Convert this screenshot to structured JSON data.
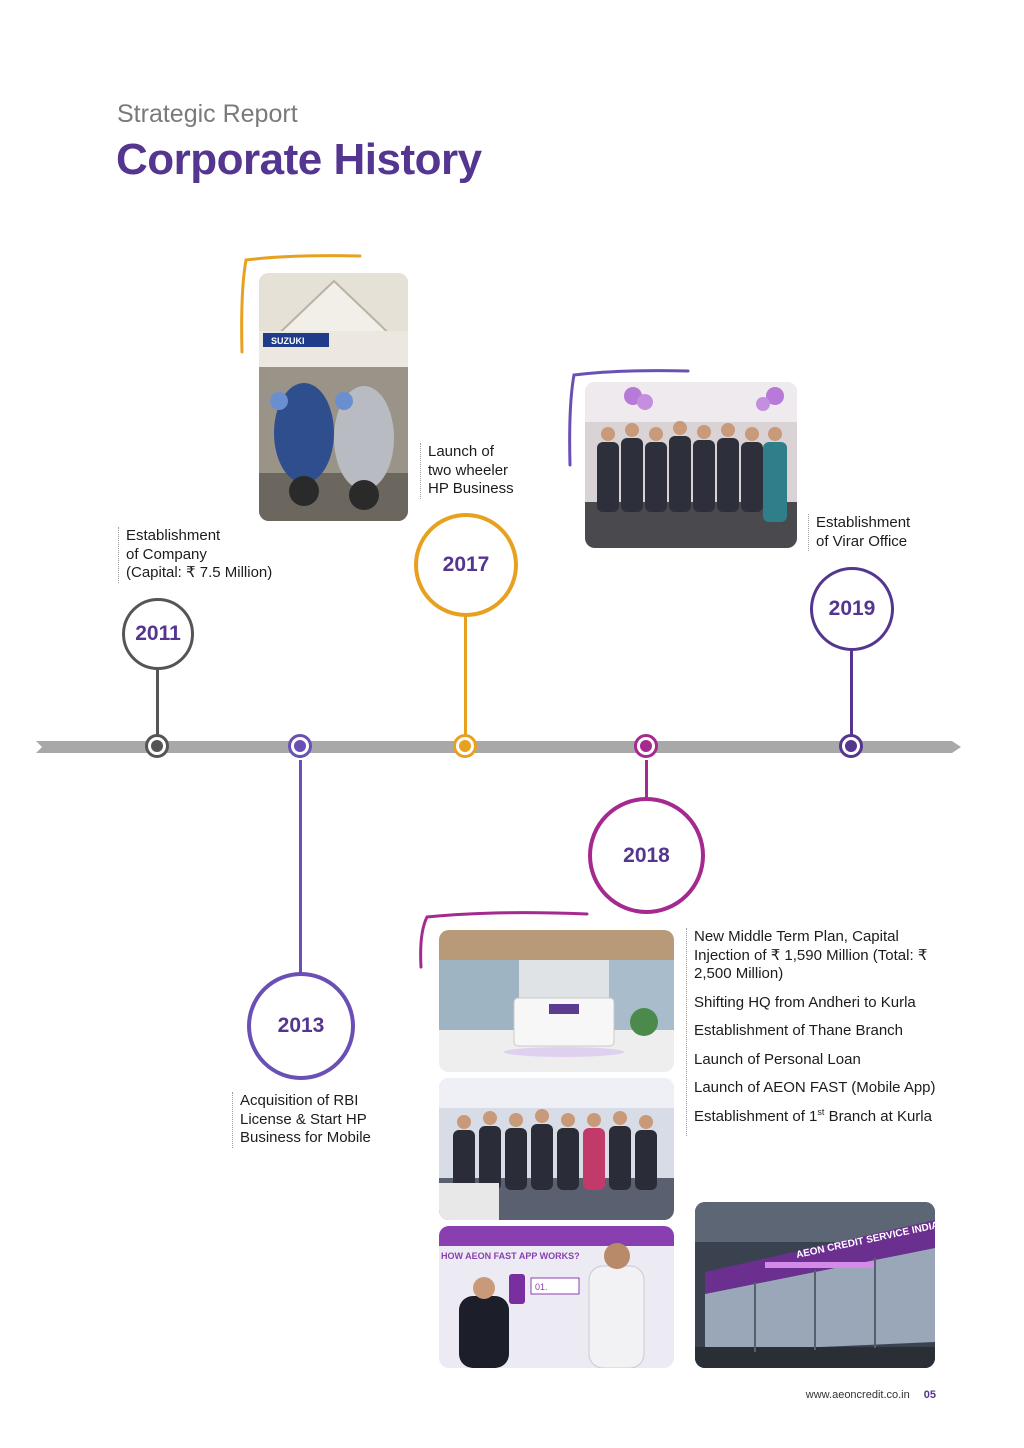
{
  "header": {
    "kicker": "Strategic Report",
    "title": "Corporate History"
  },
  "colors": {
    "purple": "#54358f",
    "violet": "#6a4fb5",
    "orange": "#e8a11f",
    "magenta": "#a52a8f",
    "gray": "#555555",
    "axis": "#a8a8a8"
  },
  "milestones": {
    "m2011": {
      "year": "2011",
      "lines": [
        "Establishment",
        "of Company",
        "(Capital: ₹ 7.5 Million)"
      ]
    },
    "m2013": {
      "year": "2013",
      "lines": [
        "Acquisition of RBI",
        "License & Start HP",
        "Business for Mobile"
      ]
    },
    "m2017": {
      "year": "2017",
      "lines": [
        "Launch of",
        "two wheeler",
        "HP Business"
      ]
    },
    "m2018": {
      "year": "2018",
      "items": [
        "New Middle Term Plan, Capital Injection of ₹ 1,590 Million (Total: ₹ 2,500 Million)",
        "Shifting HQ from Andheri to Kurla",
        "Establishment of Thane Branch",
        "Launch of Personal Loan",
        "Launch of AEON FAST (Mobile App)"
      ],
      "last_item": {
        "pre": "Establishment of 1",
        "sup": "st",
        "post": " Branch at Kurla"
      }
    },
    "m2019": {
      "year": "2019",
      "lines": [
        "Establishment",
        "of Virar Office"
      ]
    }
  },
  "photos": {
    "suzuki_sign": "SUZUKI",
    "app_sign": "HOW AEON FAST APP WORKS?",
    "app_step": "01.",
    "branch_sign": "AEON CREDIT SERVICE INDIA"
  },
  "footer": {
    "url": "www.aeoncredit.co.in",
    "page": "05"
  }
}
